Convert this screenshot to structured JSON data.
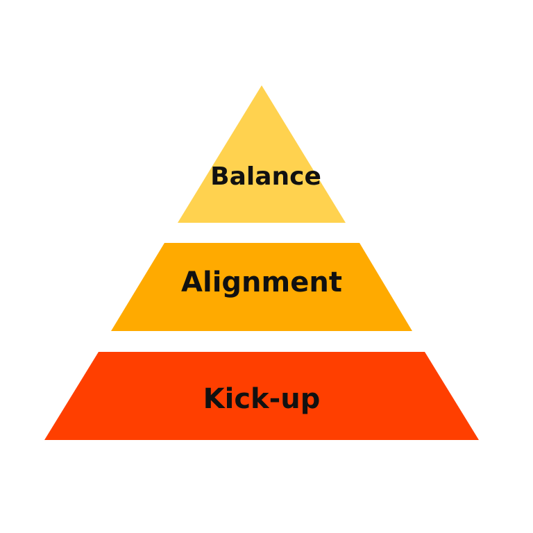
{
  "diagram": {
    "tiers": [
      {
        "label": "Balance",
        "color": "#FFD24F"
      },
      {
        "label": "Alignment",
        "color": "#FFAA00"
      },
      {
        "label": "Kick-up",
        "color": "#FF3F00"
      }
    ],
    "background": "#FFFFFF"
  }
}
